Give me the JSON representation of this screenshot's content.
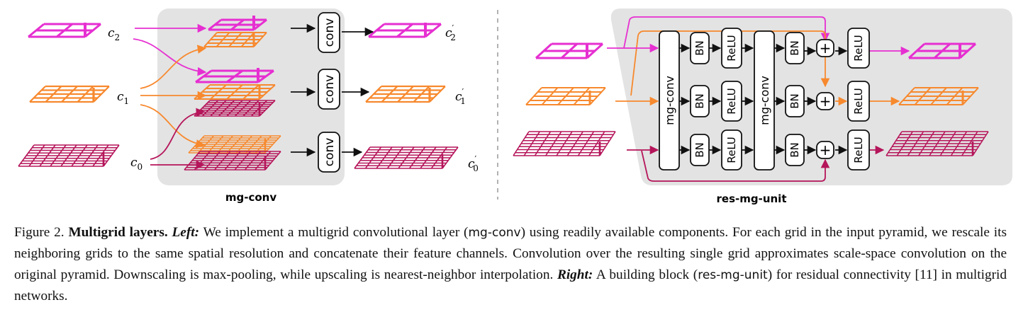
{
  "figure": {
    "left_panel": {
      "box_label": "mg-conv",
      "conv_label": "conv",
      "inputs": [
        {
          "base": "c",
          "sub": "2"
        },
        {
          "base": "c",
          "sub": "1"
        },
        {
          "base": "c",
          "sub": "0"
        }
      ],
      "outputs": [
        {
          "base": "c",
          "prime": "′",
          "sub": "2"
        },
        {
          "base": "c",
          "prime": "′",
          "sub": "1"
        },
        {
          "base": "c",
          "prime": "′",
          "sub": "0"
        }
      ]
    },
    "right_panel": {
      "box_label": "res-mg-unit",
      "mgconv_label": "mg-conv",
      "bn_label": "BN",
      "relu_label": "ReLU",
      "plus_label": "+"
    },
    "colors": {
      "magenta": "#e62fd1",
      "orange": "#f7892e",
      "crimson": "#b5155a",
      "panel_gray": "#e3e3e3"
    }
  },
  "caption": {
    "prefix": "Figure 2.",
    "title": "Multigrid layers.",
    "left_label": "Left:",
    "text1": "We implement a multigrid convolutional layer (",
    "code1": "mg-conv",
    "text2": ") using readily available components. For each grid in the input pyramid, we rescale its neighboring grids to the same spatial resolution and concatenate their feature channels. Convolution over the resulting single grid approximates scale-space convolution on the original pyramid. Downscaling is max-pooling, while upscaling is nearest-neighbor interpolation.",
    "right_label": "Right:",
    "text3": "A building block (",
    "code2": "res-mg-unit",
    "text4": ") for residual connectivity [11] in multigrid networks."
  }
}
